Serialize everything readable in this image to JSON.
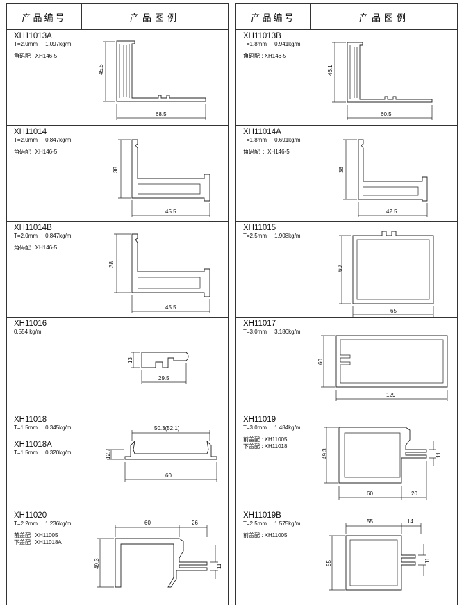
{
  "header": {
    "col1": "产品编号",
    "col2": "产品图例"
  },
  "left": [
    {
      "code": "XH11013A",
      "spec": "T=2.0mm     1.097kg/m",
      "acc": "角码配 : XH146-5",
      "dims": [
        "45.5",
        "68.5"
      ]
    },
    {
      "code": "XH11014",
      "spec": "T=2.0mm     0.847kg/m",
      "acc": "角码配 : XH146-5",
      "dims": [
        "38",
        "45.5"
      ]
    },
    {
      "code": "XH11014B",
      "spec": "T=2.0mm     0.847kg/m",
      "acc": "角码配 : XH146-5",
      "dims": [
        "38",
        "45.5"
      ]
    },
    {
      "code": "XH11016",
      "spec": "0.554 kg/m",
      "dims": [
        "13",
        "29.5"
      ]
    },
    {
      "code": "XH11018",
      "spec": "T=1.5mm     0.345kg/m",
      "code2": "XH11018A",
      "spec2": "T=1.5mm     0.320kg/m",
      "dims": [
        "50.3(52.1)",
        "12.7",
        "60"
      ]
    },
    {
      "code": "XH11020",
      "spec": "T=2.2mm     1.236kg/m",
      "acc": "前盖配 : XH11005\n下盖配 : XH11018A",
      "dims": [
        "60",
        "26",
        "49.3",
        "11"
      ]
    }
  ],
  "right": [
    {
      "code": "XH11013B",
      "spec": "T=1.8mm     0.941kg/m",
      "acc": "角码配 : XH146-5",
      "dims": [
        "46.1",
        "60.5"
      ]
    },
    {
      "code": "XH11014A",
      "spec": "T=1.8mm     0.691kg/m",
      "acc": "角码配  :  XH146-5",
      "dims": [
        "38",
        "42.5"
      ]
    },
    {
      "code": "XH11015",
      "spec": "T=2.5mm     1.908kg/m",
      "dims": [
        "60",
        "65"
      ]
    },
    {
      "code": "XH11017",
      "spec": "T=3.0mm     3.186kg/m",
      "dims": [
        "60",
        "129"
      ]
    },
    {
      "code": "XH11019",
      "spec": "T=3.0mm     1.484kg/m",
      "acc": "前盖配 : XH11005\n下盖配 : XH11018",
      "dims": [
        "49.3",
        "11",
        "60",
        "20"
      ]
    },
    {
      "code": "XH11019B",
      "spec": "T=2.5mm     1.575kg/m",
      "acc": "前盖配 : XH11005",
      "dims": [
        "55",
        "14",
        "55",
        "11"
      ]
    }
  ]
}
